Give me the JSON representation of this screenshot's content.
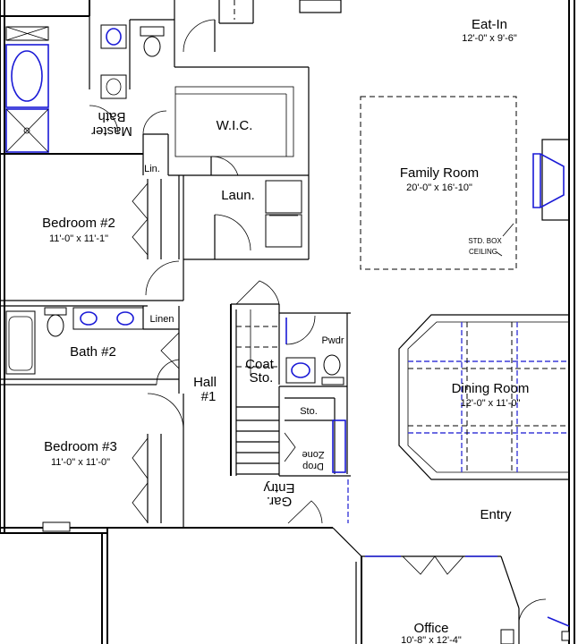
{
  "rooms": {
    "eat_in": {
      "name": "Eat-In",
      "dims": "12'-0\" x 9'-6\""
    },
    "master_bath": {
      "line1": "Master",
      "line2": "Bath"
    },
    "wic": {
      "name": "W.I.C."
    },
    "linen_closet": {
      "name": "Lin."
    },
    "laundry": {
      "name": "Laun."
    },
    "family_room": {
      "name": "Family Room",
      "dims": "20'-0\" x 16'-10\""
    },
    "box_ceiling": {
      "line1": "STD. BOX",
      "line2": "CEILING"
    },
    "bedroom2": {
      "name": "Bedroom #2",
      "dims": "11'-0\" x 11'-1\""
    },
    "bath2": {
      "name": "Bath #2"
    },
    "linen2": {
      "name": "Linen"
    },
    "coat_storage": {
      "line1": "Coat",
      "line2": "Sto."
    },
    "powder": {
      "name": "Pwdr"
    },
    "hall": {
      "line1": "Hall",
      "line2": "#1"
    },
    "storage": {
      "name": "Sto."
    },
    "dining_room": {
      "name": "Dining Room",
      "dims": "12'-0\" x 11'-0\""
    },
    "drop_zone": {
      "line1": "Drop",
      "line2": "Zone"
    },
    "bedroom3": {
      "name": "Bedroom #3",
      "dims": "11'-0\" x 11'-0\""
    },
    "garage_entry": {
      "line1": "Gar.",
      "line2": "Entry"
    },
    "entry": {
      "name": "Entry"
    },
    "office": {
      "name": "Office",
      "dims": "10'-8\" x 12'-4\""
    }
  },
  "colors": {
    "walls": "#000000",
    "fixtures_blue": "#1a1ad6",
    "background": "#ffffff"
  }
}
